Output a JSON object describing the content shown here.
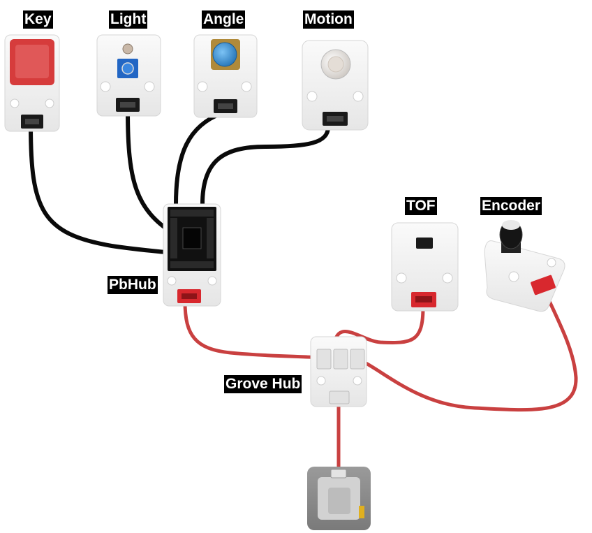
{
  "labels": {
    "key": "Key",
    "light": "Light",
    "angle": "Angle",
    "motion": "Motion",
    "tof": "TOF",
    "encoder": "Encoder",
    "pbhub": "PbHub",
    "grove_hub": "Grove Hub"
  },
  "colors": {
    "black_cable": "#0a0a0a",
    "red_cable": "#c94040",
    "module_body": "#f2f2f2",
    "module_edge": "#d6d6d6",
    "key_cap": "#d63c3c",
    "red_port": "#d8282e",
    "angle_knob": "#2f8fd8",
    "core_body": "#8e8e8e"
  }
}
